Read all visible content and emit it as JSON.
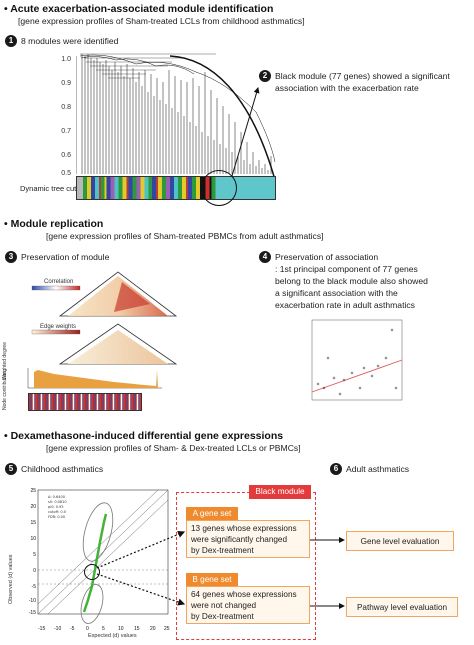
{
  "section1": {
    "title": "Acute exacerbation-associated module identification",
    "subtitle": "[gene expression profiles of Sham-treated LCLs from childhood asthmatics]",
    "step1_num": "1",
    "step1_label": "8 modules were identified",
    "y_ticks": [
      "1.0",
      "0.9",
      "0.8",
      "0.7",
      "0.6",
      "0.5"
    ],
    "tree_cut_label": "Dynamic tree cut",
    "step2_num": "2",
    "step2_text_line1": "Black module (77 genes) showed a significant",
    "step2_text_line2": "association with the exacerbation rate"
  },
  "section2": {
    "title": "Module replication",
    "subtitle": "[gene expression profiles of Sham-treated PBMCs from adult asthmatics]",
    "step3_num": "3",
    "step3_label": "Preservation of module",
    "correlation_label": "Correlation",
    "edge_weights_label": "Edge weights",
    "weighted_degree_label": "Weighted degree",
    "node_attribution_label": "Node contribution",
    "step4_num": "4",
    "step4_line1": "Preservation of association",
    "step4_line2": ": 1st principal component of 77 genes",
    "step4_line3": "belong to the black module also showed",
    "step4_line4": "a significant association with the",
    "step4_line5": "exacerbation rate in adult asthmatics"
  },
  "section3": {
    "title": "Dexamethasone-induced differential gene expressions",
    "subtitle": "[gene expression profiles of Sham- & Dex-treated LCLs or PBMCs]",
    "step5_num": "5",
    "step5_label": "Childhood asthmatics",
    "step6_num": "6",
    "step6_label": "Adult asthmatics",
    "black_module_label": "Black module",
    "a_gene_set": "A gene set",
    "a_text_line1": "13 genes whose expressions",
    "a_text_line2": "were significantly changed",
    "a_text_line3": "by Dex-treatment",
    "b_gene_set": "B gene set",
    "b_text_line1": "64 genes whose expressions",
    "b_text_line2": "were not changed",
    "b_text_line3": "by Dex-treatment",
    "gene_level": "Gene level evaluation",
    "pathway_level": "Pathway level evaluation",
    "qq_ylabel": "Observed (d) values",
    "qq_xlabel": "Expected (d) values",
    "qq_x_ticks": [
      "-15",
      "-10",
      "-5",
      "0",
      "5",
      "10",
      "15",
      "20",
      "25"
    ],
    "qq_y_ticks": [
      "25",
      "20",
      "15",
      "10",
      "5",
      "0",
      "-5",
      "-10",
      "-15"
    ]
  },
  "colors": {
    "orange": "#ef8b2e",
    "red": "#e33b3b",
    "teal": "#5fc7cc",
    "green": "#43b13a"
  }
}
